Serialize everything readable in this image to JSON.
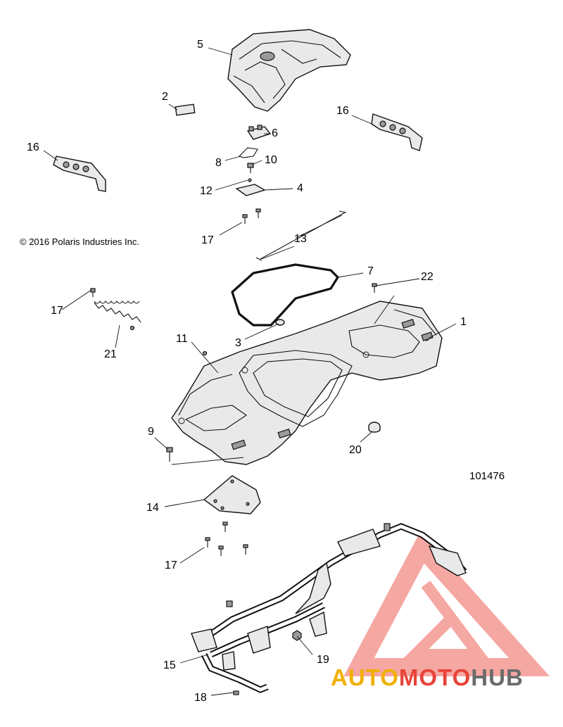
{
  "copyright": "© 2016 Polaris Industries Inc.",
  "figure_number": "101476",
  "watermark": {
    "part1": "AUTO",
    "part2": "MOTO",
    "part3": "HUB",
    "colors": {
      "auto": "#f0b000",
      "moto": "#e8443a",
      "hub": "#6b6b6b",
      "triangle": "#f28a84"
    }
  },
  "callouts": {
    "c1": "1",
    "c2": "2",
    "c3": "3",
    "c4": "4",
    "c5": "5",
    "c6": "6",
    "c7": "7",
    "c8": "8",
    "c9": "9",
    "c10": "10",
    "c11": "11",
    "c12": "12",
    "c13": "13",
    "c14": "14",
    "c15": "15",
    "c16a": "16",
    "c16b": "16",
    "c17a": "17",
    "c17b": "17",
    "c17c": "17",
    "c18": "18",
    "c19": "19",
    "c20": "20",
    "c21": "21",
    "c22": "22"
  }
}
